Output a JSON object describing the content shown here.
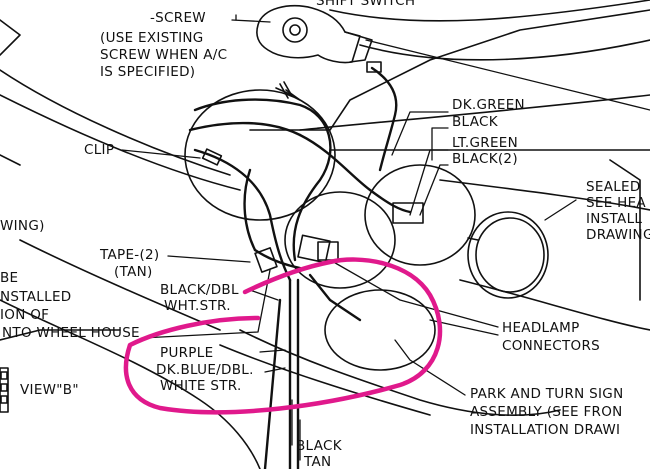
{
  "colors": {
    "ink": "#111111",
    "highlight": "#e0198c",
    "paper": "#ffffff"
  },
  "labels": {
    "screw_top": "SHIFT SWITCH",
    "screw": "-SCREW",
    "screw_note_1": "(USE EXISTING",
    "screw_note_2": "SCREW WHEN A/C",
    "screw_note_3": "IS SPECIFIED)",
    "dk_green": "DK.GREEN",
    "black_1": "BLACK",
    "lt_green": "LT.GREEN",
    "black_2": "BLACK(2)",
    "clip": "CLIP",
    "sealed_1": "SEALED",
    "sealed_2": "SEE HEA",
    "sealed_3": "INSTALL",
    "sealed_4": "DRAWING",
    "wing": "WING)",
    "tape": "TAPE-(2)",
    "tan_1": "(TAN)",
    "be": "BE",
    "installed": "NSTALLED",
    "ion_of": "ION OF",
    "wheel_house": "NTO WHEEL HOUSE",
    "black_dbl": "BLACK/DBL",
    "wht_str": "WHT.STR.",
    "purple": "PURPLE",
    "dk_blue_dbl": "DK.BLUE/DBL.",
    "white_str": "WHITE STR.",
    "view_b": "VIEW\"B\"",
    "headlamp_1": "HEADLAMP",
    "headlamp_2": "CONNECTORS",
    "park_1": "PARK AND TURN SIGN",
    "park_2": "ASSEMBLY (SEE FRON",
    "park_3": "INSTALLATION DRAWI",
    "black_bottom": "BLACK",
    "tan_bottom": "TAN"
  }
}
